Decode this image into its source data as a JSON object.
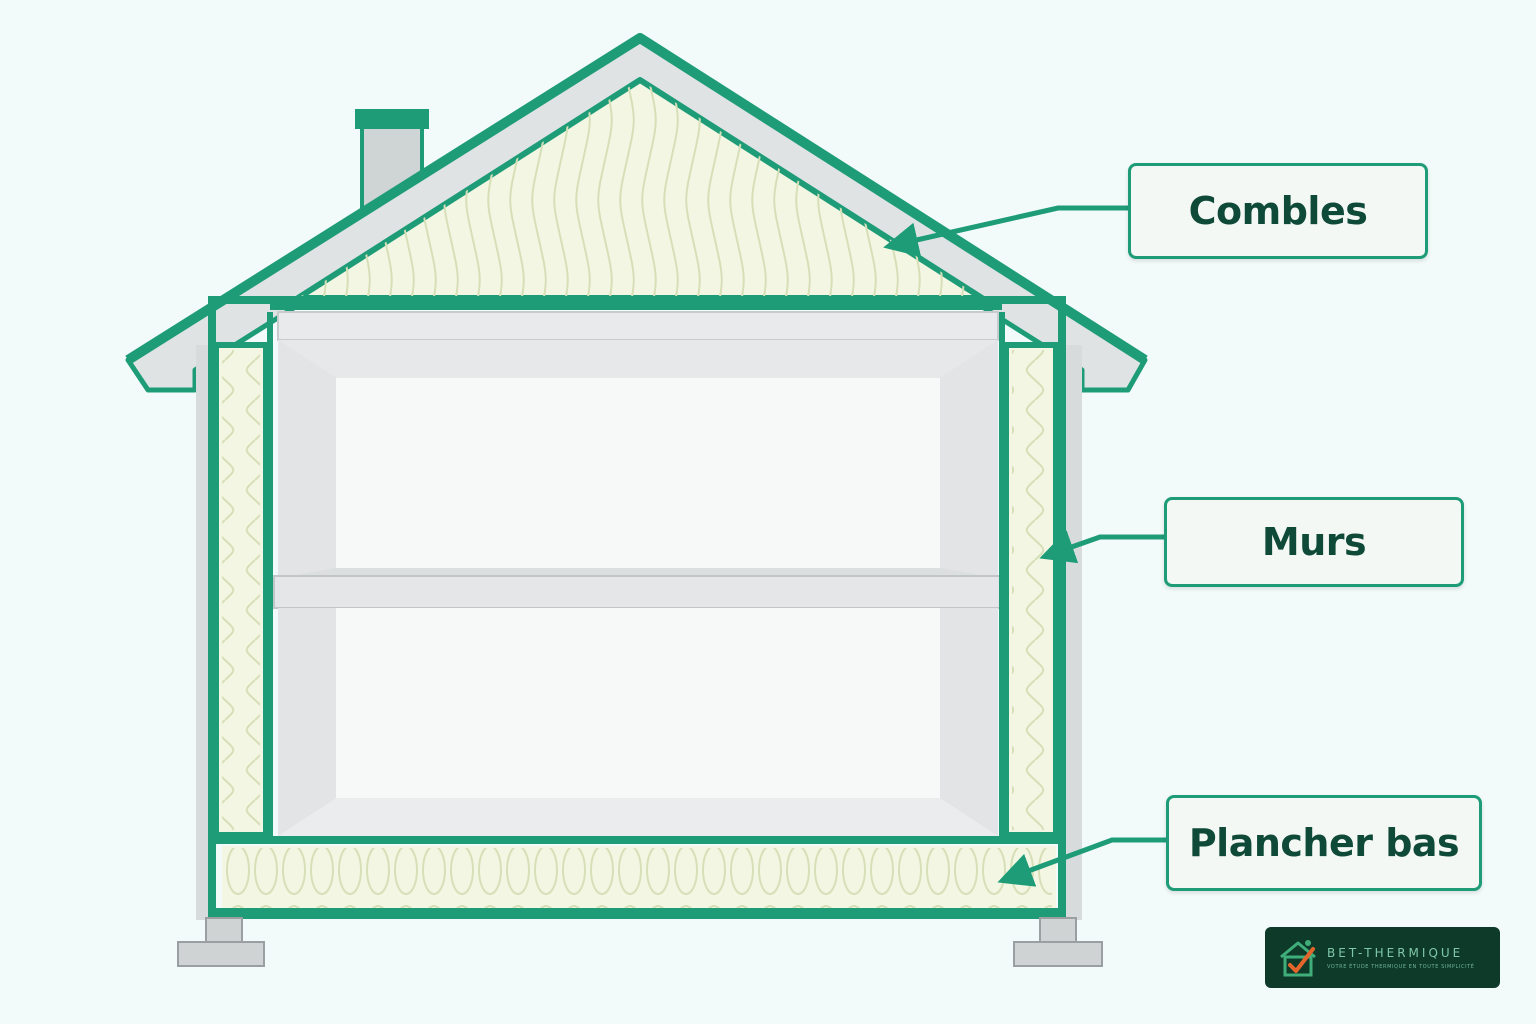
{
  "labels": {
    "combles": "Combles",
    "murs": "Murs",
    "plancher_bas": "Plancher bas"
  },
  "logo": {
    "brand": "BET-THERMIQUE",
    "tagline": "VOTRE ÉTUDE THERMIQUE EN TOUTE SIMPLICITÉ",
    "icon": "house-check-icon"
  },
  "colors": {
    "accent_green": "#1e9c78",
    "dark_green_text": "#0f4a38",
    "insulation": "#f3f6e2",
    "wall_gray": "#d7dbdc",
    "logo_background": "#0e3a2a",
    "background": "#f3fbfa"
  }
}
